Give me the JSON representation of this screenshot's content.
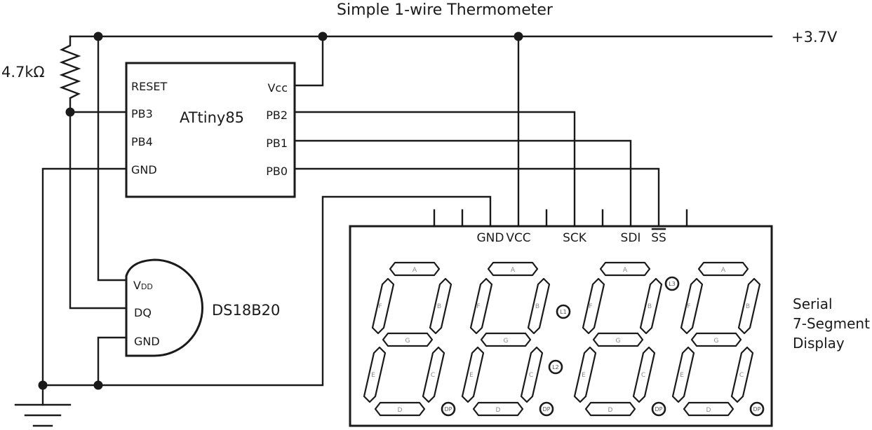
{
  "title": "Simple 1-wire Thermometer",
  "supply": "+3.7V",
  "resistor": {
    "label": "4.7kΩ"
  },
  "mcu": {
    "name": "ATtiny85",
    "left_pins": [
      "RESET",
      "PB3",
      "PB4",
      "GND"
    ],
    "right_pins": [
      "Vcc",
      "PB2",
      "PB1",
      "PB0"
    ]
  },
  "sensor": {
    "name": "DS18B20",
    "vdd_main": "V",
    "vdd_sub": "DD",
    "dq": "DQ",
    "gnd": "GND"
  },
  "display": {
    "label_lines": [
      "Serial",
      "7-Segment",
      "Display"
    ],
    "pins": {
      "gnd": "GND",
      "vcc": "VCC",
      "sck": "SCK",
      "sdi": "SDI",
      "ss": "SS"
    },
    "segment_labels": {
      "a": "A",
      "b": "B",
      "c": "C",
      "d": "D",
      "e": "E",
      "f": "F",
      "g": "G",
      "dp": "DP"
    },
    "colon_labels": {
      "l1": "L1",
      "l2": "L2",
      "l3": "L3"
    }
  }
}
